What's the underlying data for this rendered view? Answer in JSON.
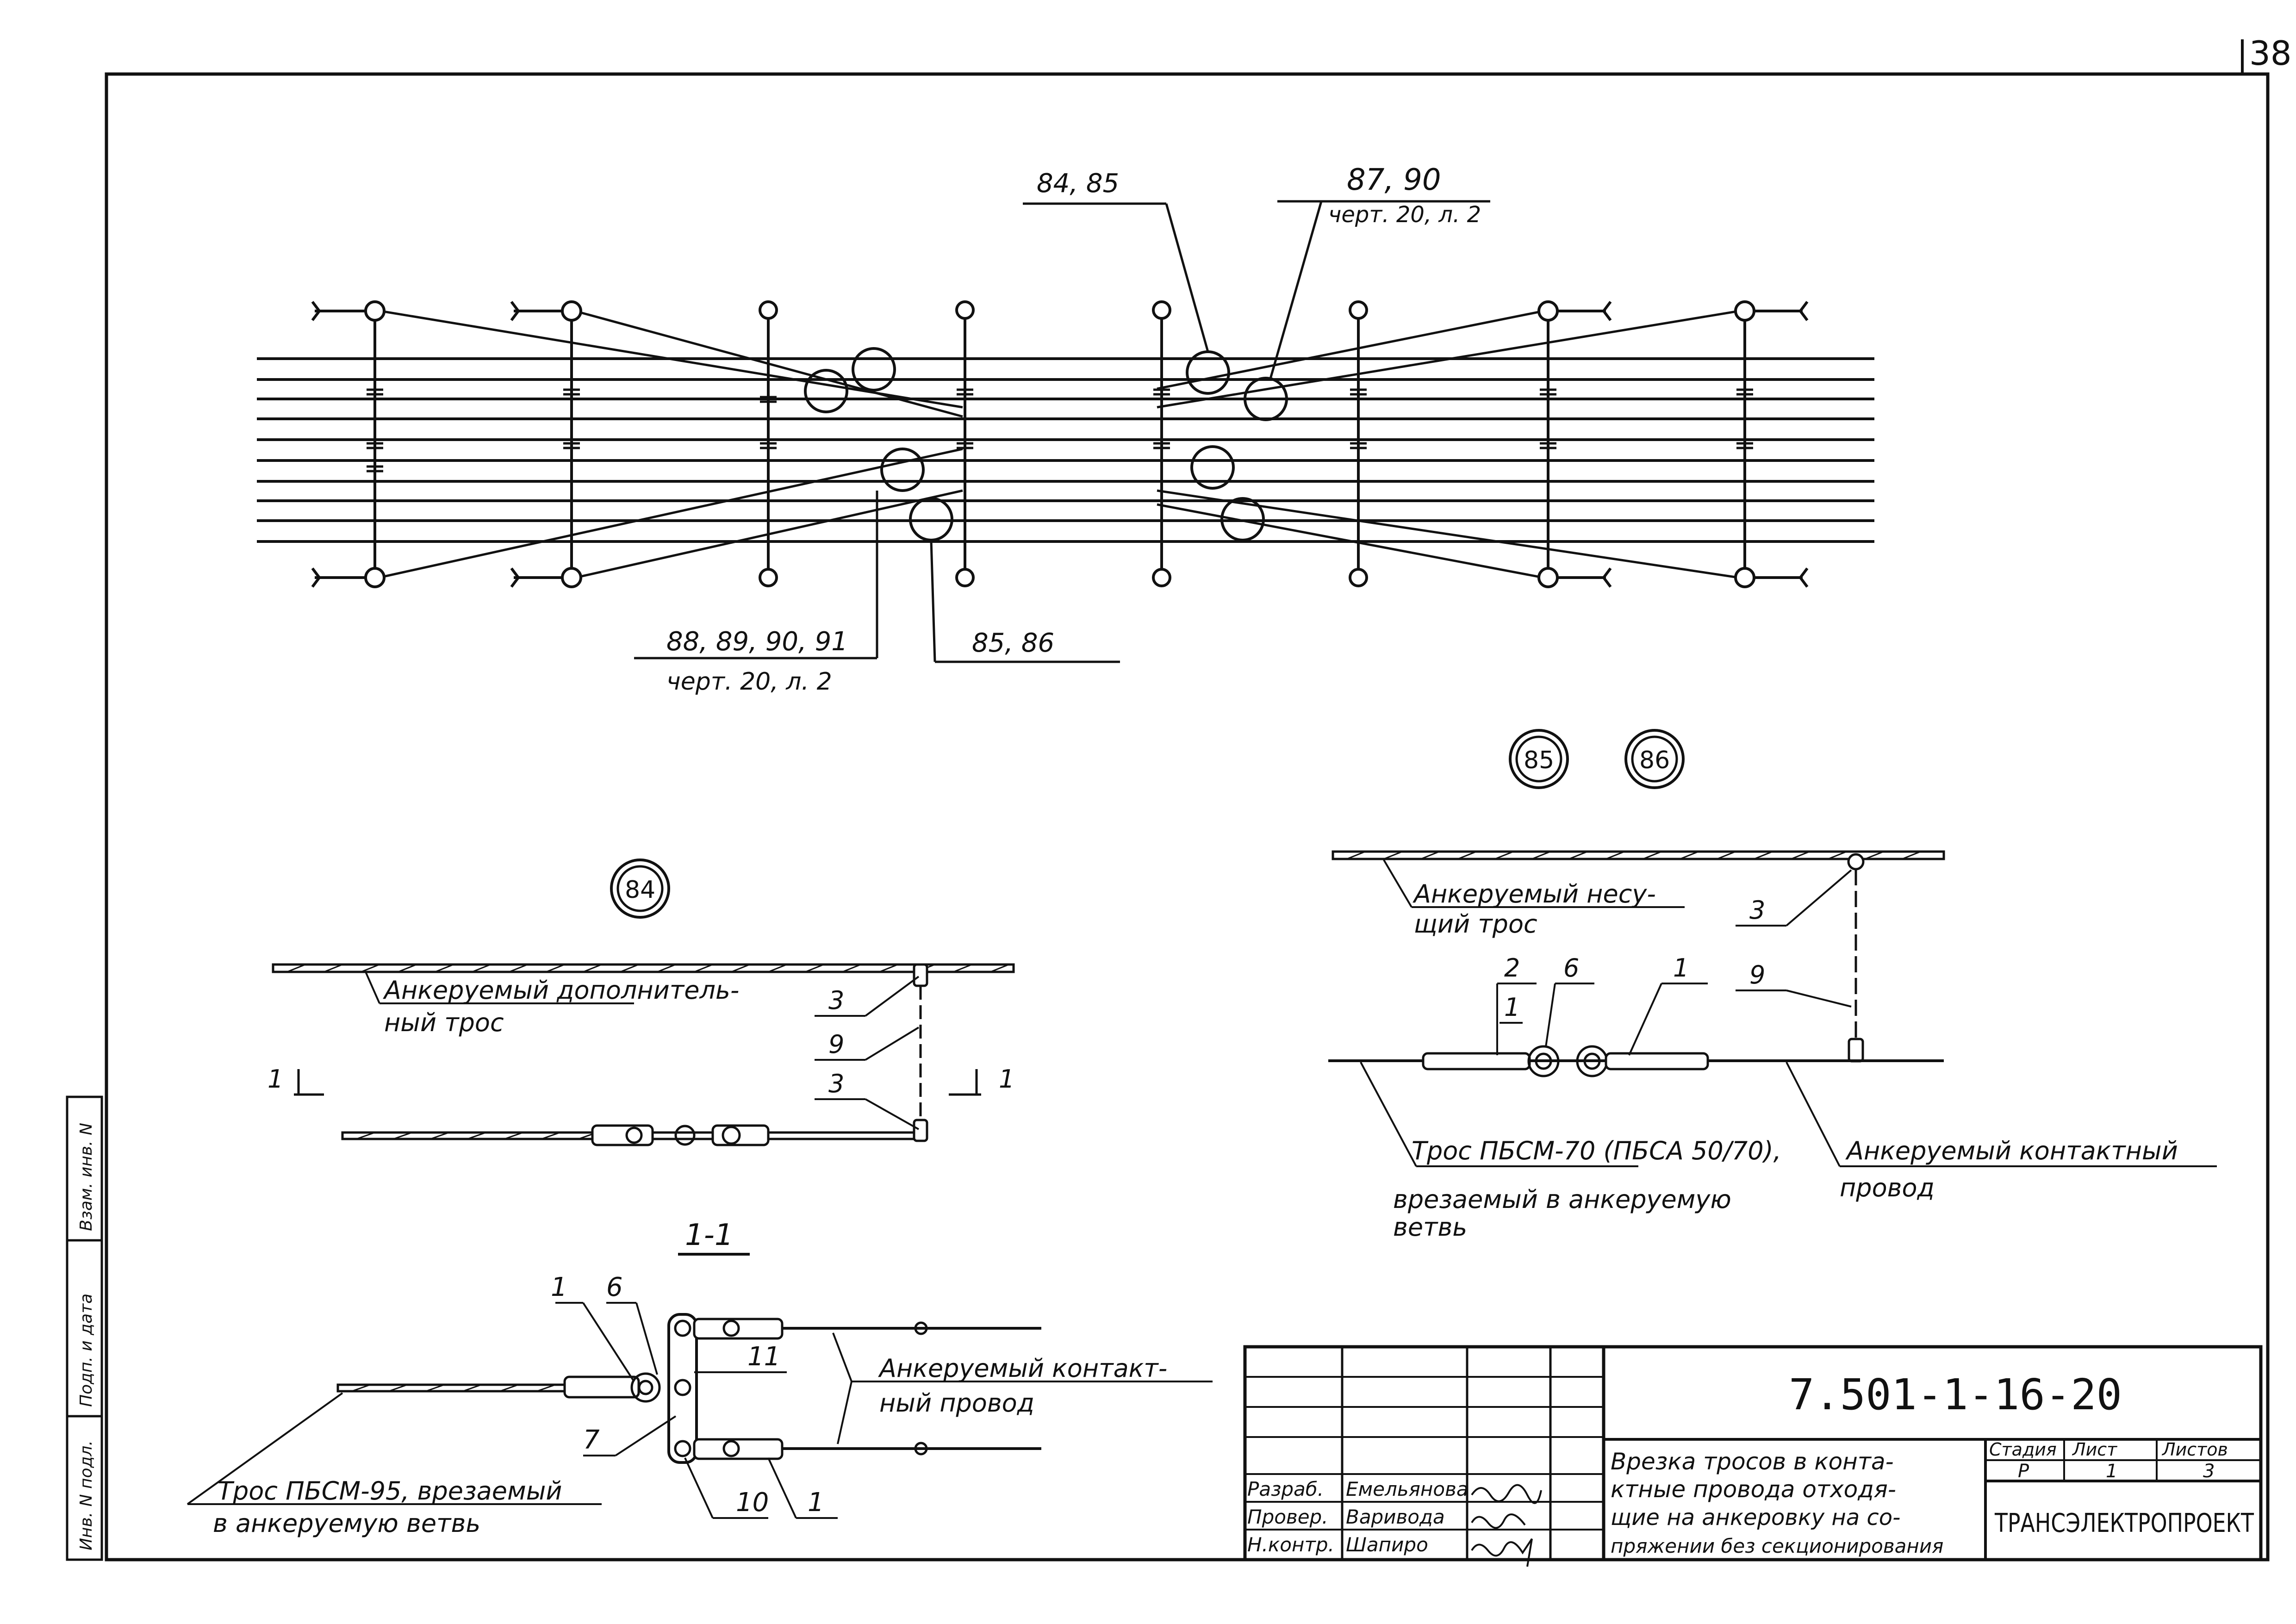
{
  "sheet": {
    "page_number": "38"
  },
  "side_stamp": {
    "cells": [
      "Взам. инв. N",
      "Подп. и дата",
      "Инв. N подл."
    ]
  },
  "plan": {
    "callout_top_left": "84, 85",
    "callout_top_right": "87, 90",
    "callout_top_right_sub": "черт. 20, л. 2",
    "callout_bottom_left": "88, 89, 90, 91",
    "callout_bottom_left_sub": "черт. 20, л. 2",
    "callout_bottom_right": "85, 86"
  },
  "detail84": {
    "marker": "84",
    "label_cable": "Анкеруемый дополнитель-",
    "label_cable2": "ный трос",
    "num_3a": "3",
    "num_9": "9",
    "num_3b": "3",
    "section_left": "1",
    "section_right": "1"
  },
  "detail85_86": {
    "marker_a": "85",
    "marker_b": "86",
    "label_messenger": "Анкеруемый несу-",
    "label_messenger2": "щий трос",
    "num_3": "3",
    "num_9": "9",
    "num_2": "2",
    "num_1a": "1",
    "num_6": "6",
    "num_1b": "1",
    "label_rope": "Трос ПБСМ-70 (ПБСА 50/70),",
    "label_rope2": "врезаемый в анкеруемую",
    "label_rope3": "ветвь",
    "label_contact": "Анкеруемый контактный",
    "label_contact2": "провод"
  },
  "section11": {
    "title": "1-1",
    "num_1": "1",
    "num_6": "6",
    "num_11": "11",
    "num_7": "7",
    "num_10": "10",
    "num_1b": "1",
    "label_contact": "Анкеруемый контакт-",
    "label_contact2": "ный провод",
    "label_rope": "Трос ПБСМ-95, врезаемый",
    "label_rope2": "в анкеруемую ветвь"
  },
  "title_block": {
    "doc_code": "7.501-1-16-20",
    "description": [
      "Врезка тросов в конта-",
      "ктные провода отходя-",
      "щие на анкеровку на со-",
      "пряжении без секционирования"
    ],
    "stage_label": "Стадия",
    "sheet_label": "Лист",
    "sheets_label": "Листов",
    "stage": "Р",
    "sheet": "1",
    "sheets": "3",
    "organization": "ТРАНСЭЛЕКТРОПРОЕКТ",
    "roles": [
      {
        "role": "Разраб.",
        "name": "Емельянова"
      },
      {
        "role": "Провер.",
        "name": "Варивода"
      },
      {
        "role": "Н.контр.",
        "name": "Шапиро"
      }
    ]
  }
}
